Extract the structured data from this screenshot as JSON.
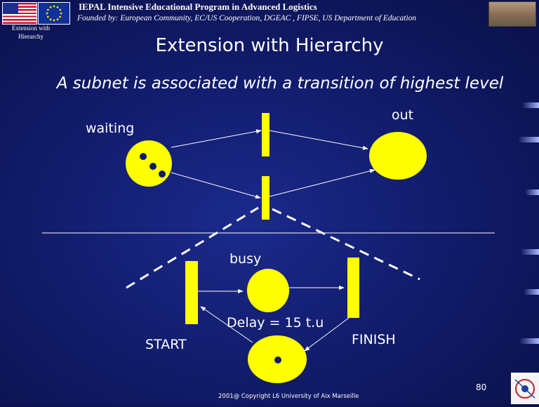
{
  "header": {
    "title": "IEPAL Intensive Educational Program in Advanced Logistics",
    "subtitle": "Founded by: European Community, EC/US Cooperation, DGEAC , FIPSE, US Department of Education",
    "side_label": "Extension with Hierarchy"
  },
  "slide": {
    "title": "Extension with Hierarchy",
    "subtitle": "A subnet is associated with a transition of highest level"
  },
  "diagram": {
    "places": {
      "waiting": {
        "label": "waiting",
        "tokens": 3
      },
      "out": {
        "label": "out",
        "tokens": 0
      },
      "busy": {
        "label": "busy",
        "tokens": 0
      },
      "idle": {
        "label": "",
        "tokens": 1
      }
    },
    "transitions": {
      "start": {
        "label": "START"
      },
      "finish": {
        "label": "FINISH"
      }
    },
    "delay_label": "Delay = 15 t.u",
    "colors": {
      "place": "#ffff00",
      "transition": "#ffff00",
      "arc": "#ffffff",
      "token": "#101a66"
    }
  },
  "footer": {
    "copyright": "2001@ Copyright  L6 University of Aix Marseille",
    "page_number": "80"
  }
}
